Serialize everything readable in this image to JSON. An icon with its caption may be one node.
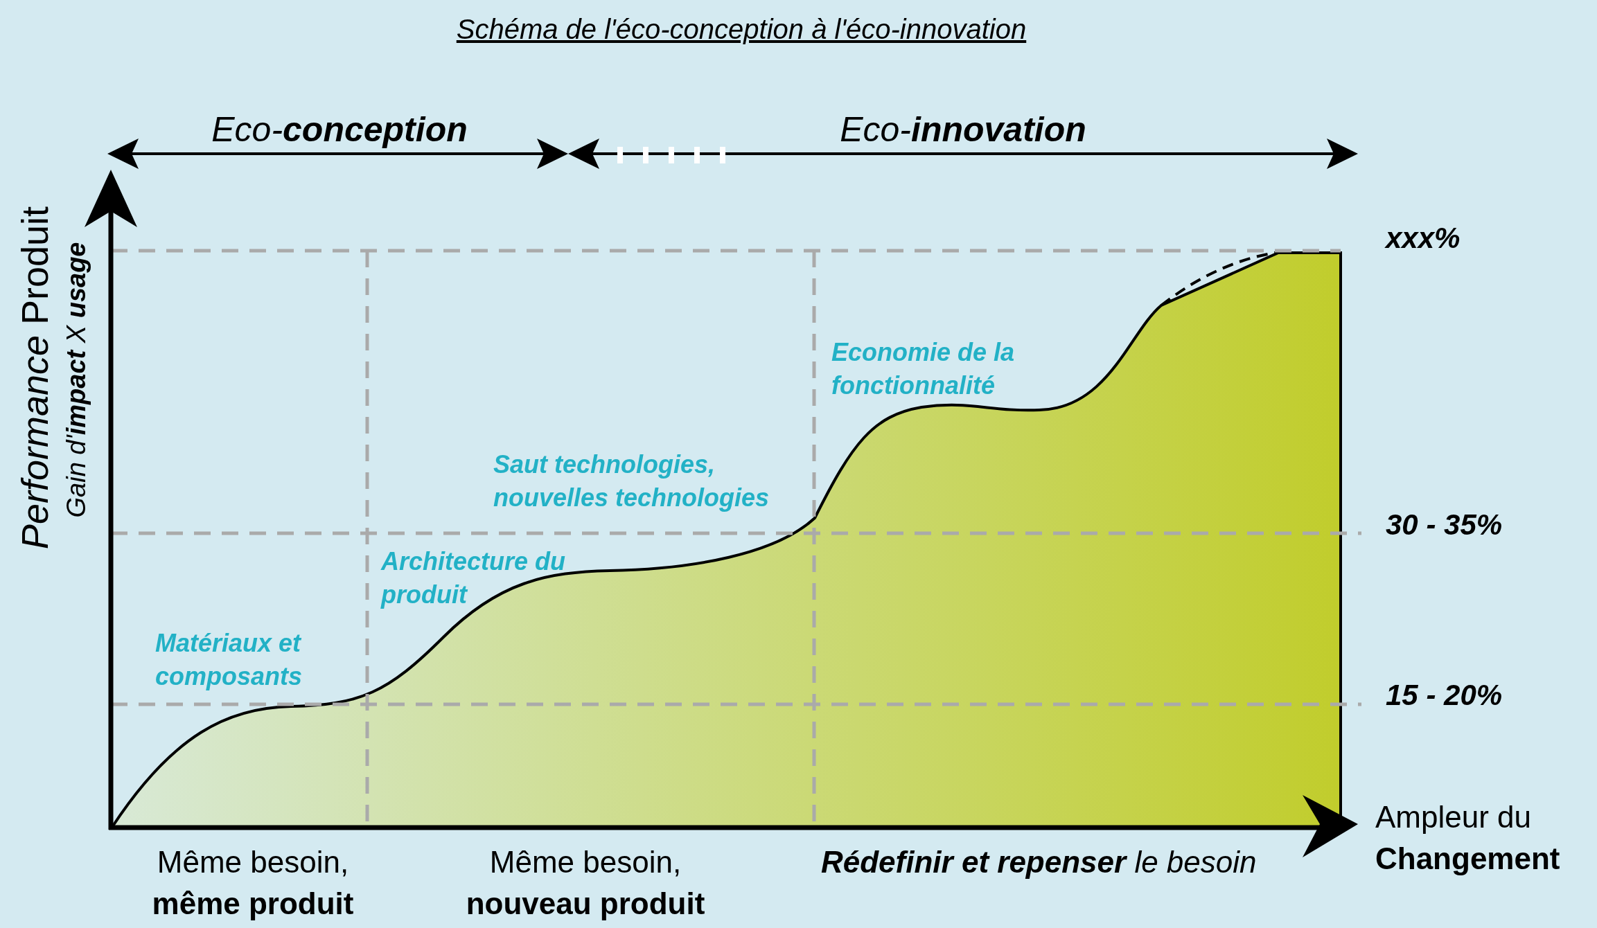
{
  "diagram": {
    "title": "Schéma de l'éco-conception à l'éco-innovation",
    "labels": [
      "Eco-**conception**",
      "Eco-**innovation**",
      "*Performance* Produit",
      "Gain d'**impact** X **usage**",
      "xxx%",
      "30 - 35%",
      "15 - 20%",
      "Economie de la fonctionnalité",
      "Saut technologies, nouvelles technologies",
      "Architecture du produit",
      "Matériaux et composants",
      "Même besoin, **même produit**",
      "Même besoin, **nouveau produit**",
      "**Rédefinir et repenser** le besoin",
      "Ampleur du **Changement**"
    ]
  }
}
